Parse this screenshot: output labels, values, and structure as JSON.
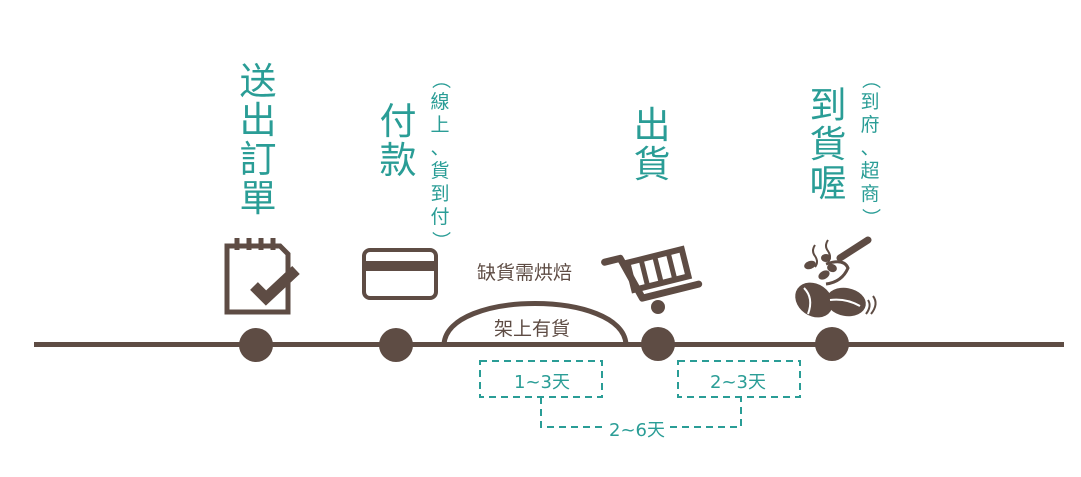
{
  "colors": {
    "accent_teal": "#2a9d96",
    "timeline_brown": "#5e4c44",
    "background": "#ffffff"
  },
  "steps": [
    {
      "title": "送出訂單",
      "title_chars": [
        "送",
        "出",
        "訂",
        "單"
      ],
      "subtitle_chars": [],
      "icon": "notepad-check-icon"
    },
    {
      "title": "付款",
      "title_chars": [
        "付",
        "款"
      ],
      "subtitle": "（線上、貨到付）",
      "subtitle_chars": [
        "（",
        "線",
        "上",
        "、",
        "貨",
        "到",
        "付",
        "）"
      ],
      "icon": "credit-card-icon"
    },
    {
      "title": "出貨",
      "title_chars": [
        "出",
        "貨"
      ],
      "subtitle_chars": [],
      "icon": "shopping-cart-icon"
    },
    {
      "title": "到貨喔",
      "title_chars": [
        "到",
        "貨",
        "喔"
      ],
      "subtitle": "（到府、超商）",
      "subtitle_chars": [
        "（",
        "到",
        "府",
        "、",
        "超",
        "商",
        "）"
      ],
      "icon": "coffee-beans-scoop-icon"
    }
  ],
  "branch": {
    "above_label": "缺貨需烘焙",
    "below_label": "架上有貨"
  },
  "durations": {
    "payment_to_ship": "1~3天",
    "ship_to_arrive": "2~3天",
    "total": "2~6天"
  }
}
